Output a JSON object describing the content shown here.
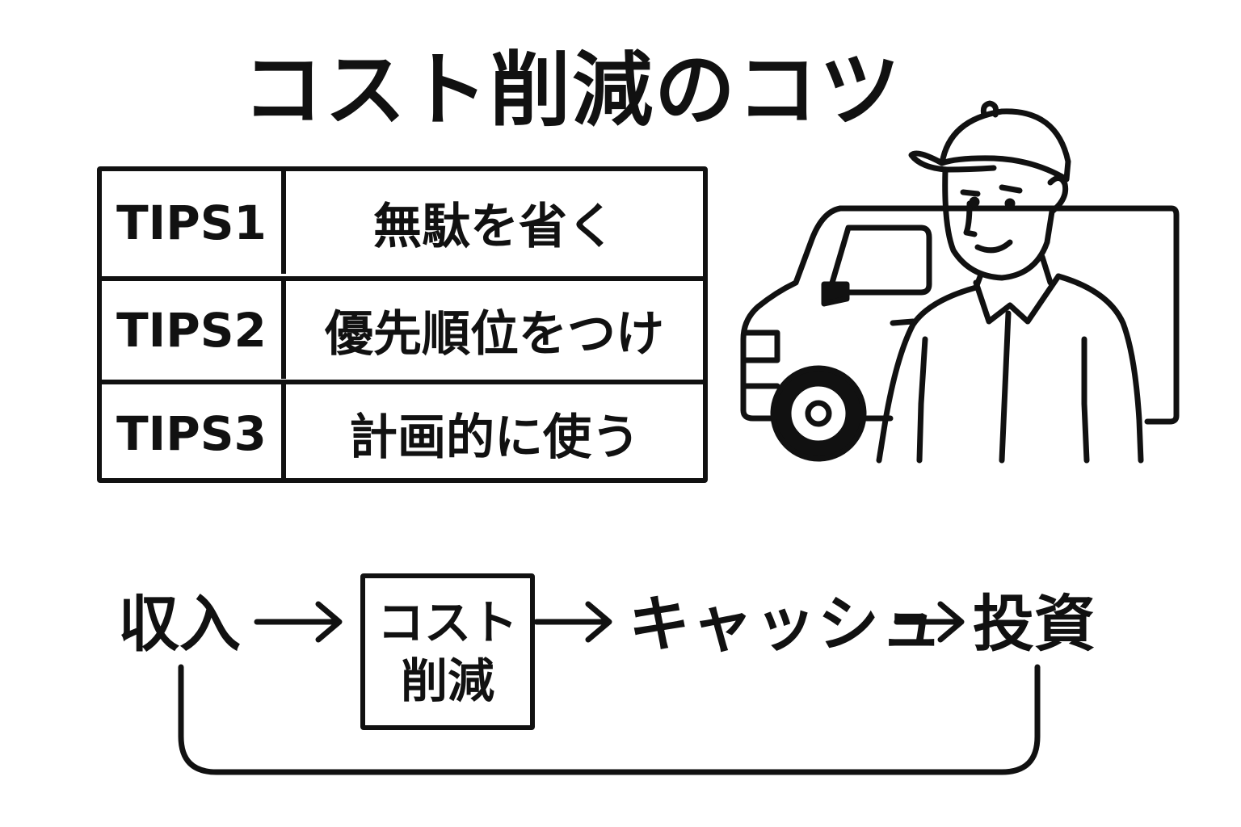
{
  "title": "コスト削減のコツ",
  "tips": [
    {
      "label": "TIPS1",
      "text": "無駄を省く"
    },
    {
      "label": "TIPS2",
      "text": "優先順位をつけ"
    },
    {
      "label": "TIPS3",
      "text": "計画的に使う"
    }
  ],
  "flow": {
    "income": "収入",
    "cost_cut_line1": "コスト",
    "cost_cut_line2": "削減",
    "cash": "キャッシュ",
    "investment": "投資"
  }
}
